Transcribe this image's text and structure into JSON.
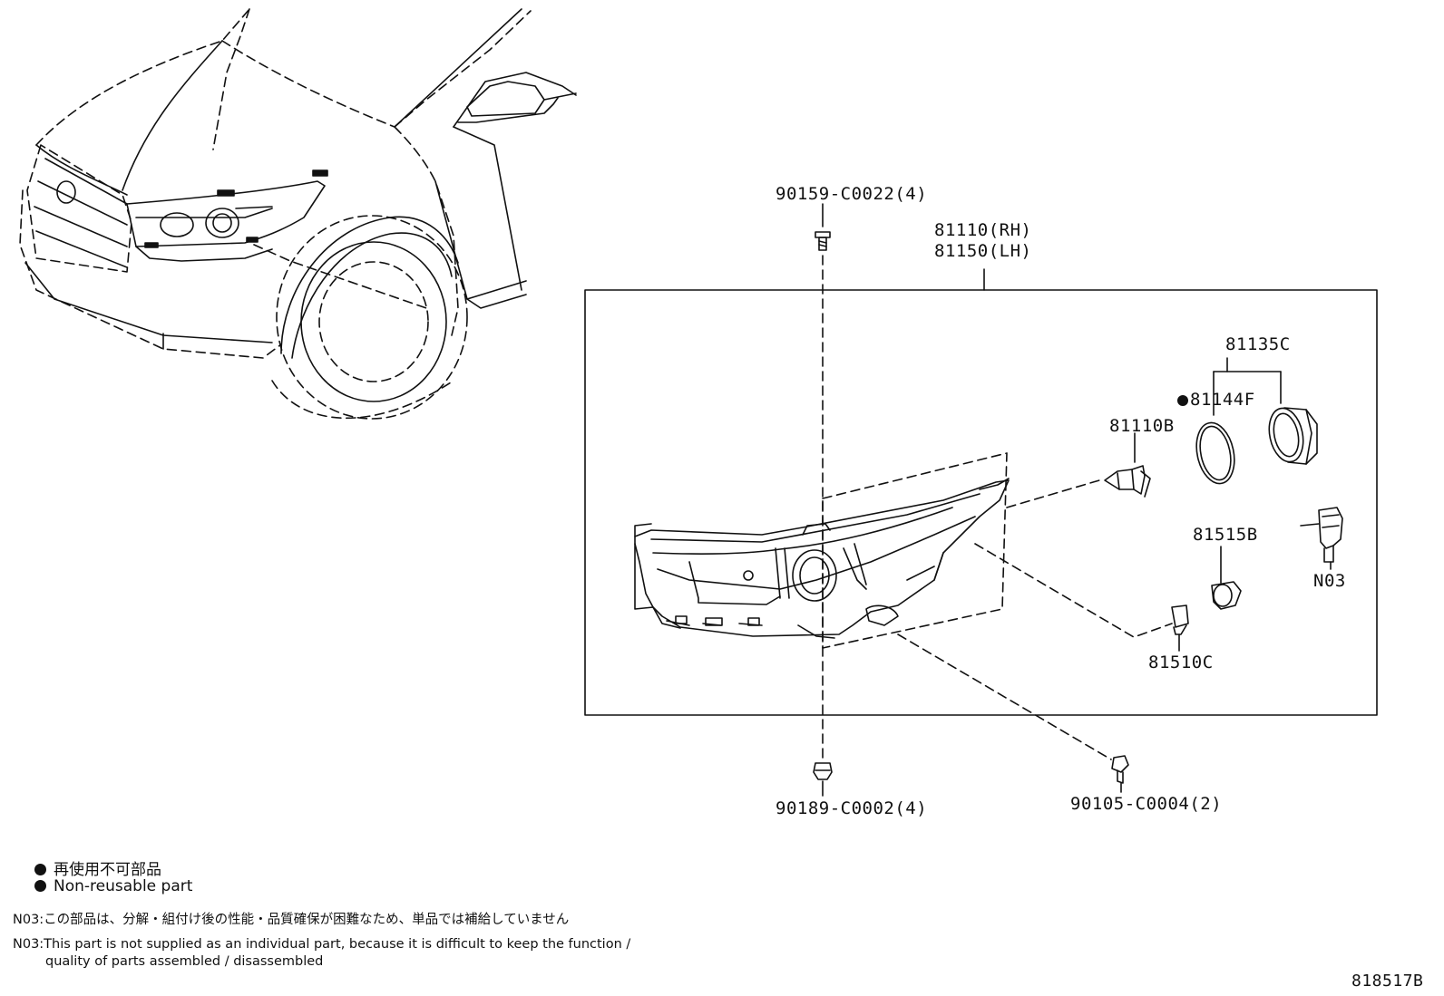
{
  "parts": {
    "bolt_top": "90159-C0022(4)",
    "headlamp_rh": "81110(RH)",
    "headlamp_lh": "81150(LH)",
    "socket_cover": "81135C",
    "gasket": "81144F",
    "bulb": "81110B",
    "socket": "81515B",
    "marker_bulb": "81510C",
    "n03_part": "N03",
    "nut_bottom": "90189-C0002(4)",
    "screw_bottom": "90105-C0004(2)"
  },
  "legend": {
    "nonreusable_jp": "再使用不可部品",
    "nonreusable_en": "Non-reusable part",
    "n03_jp": "N03:この部品は、分解・組付け後の性能・品質確保が困難なため、単品では補給していません",
    "n03_en_line1": "N03:This part is not supplied as an individual part, because it is difficult to keep the function /",
    "n03_en_line2": "quality of parts assembled / disassembled"
  },
  "diagram_id": "818517B",
  "icons": {
    "nonreusable_marker": "filled-circle-icon"
  }
}
